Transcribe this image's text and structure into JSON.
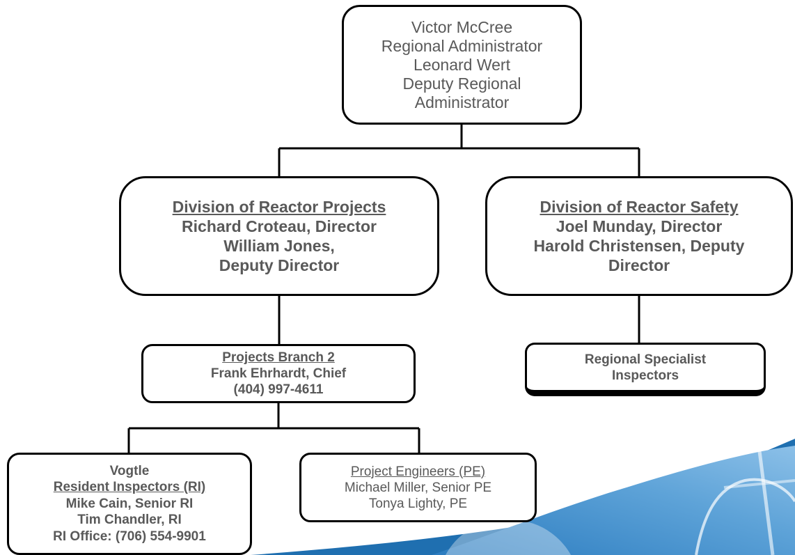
{
  "regional_admin": {
    "line1": "Victor McCree",
    "line2": "Regional Administrator",
    "line3": "Leonard Wert",
    "line4": "Deputy Regional",
    "line5": "Administrator"
  },
  "drp": {
    "title": "Division of Reactor Projects",
    "line1": "Richard Croteau, Director",
    "line2": "William Jones,",
    "line3": "Deputy Director"
  },
  "drs": {
    "title": "Division of Reactor Safety",
    "line1": "Joel Munday, Director",
    "line2": "Harold Christensen, Deputy",
    "line3": "Director"
  },
  "branch2": {
    "title": "Projects Branch 2",
    "line1": "Frank Ehrhardt, Chief",
    "line2": "(404) 997-4611"
  },
  "specialists": {
    "line1": "Regional Specialist",
    "line2": "Inspectors"
  },
  "resident": {
    "line1": "Vogtle",
    "title": "Resident Inspectors (RI)",
    "line2": "Mike Cain, Senior RI",
    "line3": "Tim Chandler, RI",
    "line4": "RI Office:  (706) 554-9901"
  },
  "engineers": {
    "title": "Project Engineers (PE)",
    "line1": "Michael Miller, Senior PE",
    "line2": "Tonya  Lighty, PE"
  },
  "colors": {
    "text": "#595959",
    "border": "#000000",
    "decor_dark": "#1f6fb0",
    "decor_light": "#7fb6e0"
  }
}
